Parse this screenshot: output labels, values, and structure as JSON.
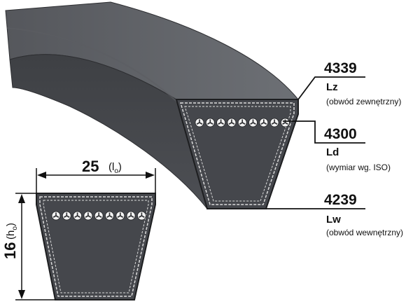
{
  "colors": {
    "belt_body": "#4a4c51",
    "belt_top": "#6b6e73",
    "belt_edge": "#2d2e31",
    "line": "#111111",
    "background": "#ffffff"
  },
  "labels": {
    "outer": {
      "value": "4339",
      "code": "Lz",
      "description": "(obwód zewnętrzny)"
    },
    "datum": {
      "value": "4300",
      "code": "Ld",
      "description": "(wymiar wg. ISO)"
    },
    "inner": {
      "value": "4239",
      "code": "Lw",
      "description": "(obwód wewnętrzny)"
    }
  },
  "dimensions": {
    "width": {
      "value": "25",
      "symbol": "l",
      "subscript": "o"
    },
    "height": {
      "value": "16",
      "symbol": "h",
      "subscript": "o"
    }
  },
  "icons": [
    "belt-section-diagram",
    "cord-icon",
    "dimension-arrow-icon"
  ]
}
